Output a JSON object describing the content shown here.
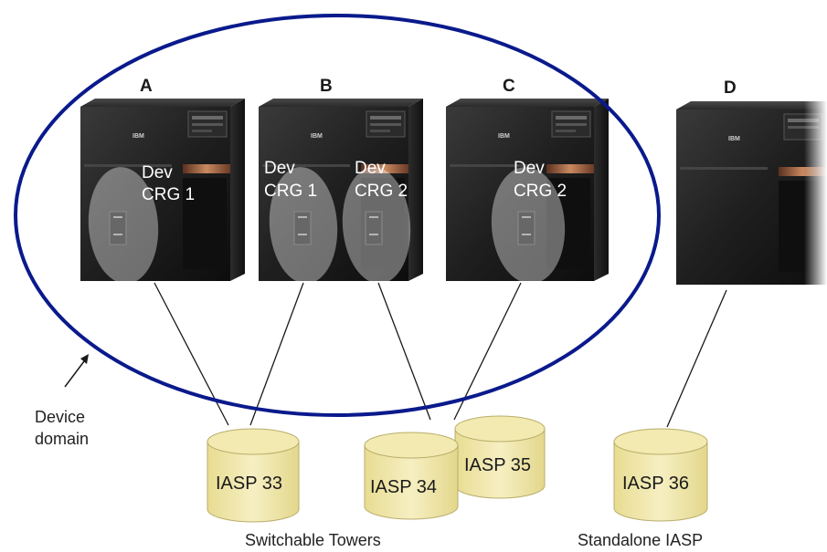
{
  "servers": [
    {
      "label": "A"
    },
    {
      "label": "B"
    },
    {
      "label": "C"
    },
    {
      "label": "D"
    }
  ],
  "crg_labels": [
    {
      "line1": "Dev",
      "line2": "CRG 1"
    },
    {
      "line1": "Dev",
      "line2": "CRG 1"
    },
    {
      "line1": "Dev",
      "line2": "CRG 2"
    },
    {
      "line1": "Dev",
      "line2": "CRG 2"
    }
  ],
  "iasps": [
    {
      "label": "IASP 33"
    },
    {
      "label": "IASP 34"
    },
    {
      "label": "IASP 35"
    },
    {
      "label": "IASP 36"
    }
  ],
  "captions": {
    "switchable": "Switchable Towers",
    "standalone": "Standalone IASP"
  },
  "device_domain": {
    "line1": "Device",
    "line2": "domain"
  },
  "logo_text": "IBM",
  "colors": {
    "domain_ellipse": "#0a1a8c",
    "iasp_fill": "#f2eab0",
    "iasp_stroke": "#b8ad6a",
    "server_body": "#1c1c1c",
    "accent_stripe": "#b36a4a"
  }
}
